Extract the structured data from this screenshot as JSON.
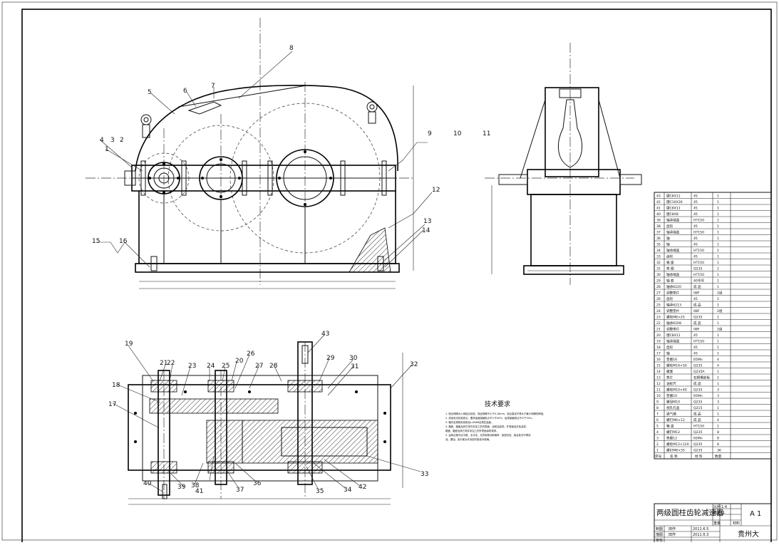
{
  "balloons": {
    "b1": "1",
    "b2": "2",
    "b3": "3",
    "b4": "4",
    "b5": "5",
    "b6": "6",
    "b7": "7",
    "b8": "8",
    "b9": "9",
    "b10": "10",
    "b11": "11",
    "b12": "12",
    "b13": "13",
    "b14": "14",
    "b15": "15",
    "b16": "16",
    "b17": "17",
    "b18": "18",
    "b19": "19",
    "b20": "20",
    "b21": "21",
    "b22": "22",
    "b23": "23",
    "b24": "24",
    "b25": "25",
    "b26": "26",
    "b27": "27",
    "b28": "28",
    "b29": "29",
    "b30": "30",
    "b31": "31",
    "b32": "32",
    "b33": "33",
    "b34": "34",
    "b35": "35",
    "b36": "36",
    "b37": "37",
    "b38": "38",
    "b39": "39",
    "b40": "40",
    "b41": "41",
    "b42": "42",
    "b43": "43"
  },
  "tech": {
    "title": "技术要求",
    "lines": [
      "1. 啮合侧隙大小用铅丝检验，保证侧隙不小于0.16mm，铅丝直径不得大于最小侧隙的两倍。",
      "2. 用涂色法检验斑点，要求齿面接触斑点不少于40%，齿宽接触斑点不少于50%。",
      "3. 箱内全损耗系统用油L-AN68至规定高度。",
      "4. 箱座、箱盖及其它零件未加工的内表面，涂耐油油漆；外表面涂灰色油漆，",
      "   箱盖、箱座及其它零件未加工的外表面涂防锈漆。",
      "5. 运转过程中应平稳、无冲击、无异常振动和噪声，各密封处、接合处均不得渗",
      "   油、漏油，剖分面允许涂密封胶或水玻璃。"
    ]
  },
  "bom": {
    "rows": [
      [
        "43",
        "键C8X11",
        "45",
        "1"
      ],
      [
        "42",
        "键C16X36",
        "45",
        "1"
      ],
      [
        "41",
        "键C8X11",
        "45",
        "1"
      ],
      [
        "40",
        "键C8X8",
        "45",
        "1"
      ],
      [
        "39",
        "轴承端盖",
        "HT150",
        "1"
      ],
      [
        "38",
        "齿轮",
        "45",
        "1"
      ],
      [
        "37",
        "轴承端盖",
        "HT150",
        "1"
      ],
      [
        "36",
        "轴",
        "45",
        "1"
      ],
      [
        "35",
        "轴",
        "45",
        "1"
      ],
      [
        "34",
        "轴承端盖",
        "HT150",
        "1"
      ],
      [
        "33",
        "齿轮",
        "45",
        "1"
      ],
      [
        "32",
        "箱 座",
        "HT150",
        "1"
      ],
      [
        "31",
        "垫 圈",
        "Q235",
        "1"
      ],
      [
        "30",
        "轴承端盖",
        "HT150",
        "1"
      ],
      [
        "29",
        "轴 套",
        "40号号",
        "1"
      ],
      [
        "28",
        "轴承6220",
        "成 品",
        "1"
      ],
      [
        "27",
        "调整垫片",
        "08F",
        "2组"
      ],
      [
        "26",
        "齿轮",
        "45",
        "1"
      ],
      [
        "25",
        "轴承6213",
        "成 品",
        "1"
      ],
      [
        "24",
        "调整垫片",
        "08F",
        "2组"
      ],
      [
        "23",
        "螺栓M8×25",
        "Q235",
        "1"
      ],
      [
        "22",
        "轴承6208",
        "成 品",
        "1"
      ],
      [
        "21",
        "调整垫片",
        "08F",
        "2组"
      ],
      [
        "20",
        "键C8X11",
        "45",
        "1"
      ],
      [
        "19",
        "轴承端盖",
        "HT150",
        "1"
      ],
      [
        "18",
        "齿轮",
        "45",
        "1"
      ],
      [
        "17",
        "轴",
        "45",
        "1"
      ],
      [
        "16",
        "垫圈16",
        "65Mn",
        "4"
      ],
      [
        "15",
        "螺栓M16×50",
        "Q235",
        "4"
      ],
      [
        "14",
        "螺塞",
        "Q235A",
        "1"
      ],
      [
        "13",
        "垫片",
        "石棉橡胶板",
        "1"
      ],
      [
        "12",
        "油标尺",
        "成 品",
        "1"
      ],
      [
        "11",
        "螺栓M10×40",
        "Q235",
        "3"
      ],
      [
        "10",
        "垫圈10",
        "65Mn",
        "3"
      ],
      [
        "9",
        "螺母M10",
        "Q235",
        "3"
      ],
      [
        "8",
        "视孔孔盖",
        "Q215",
        "1"
      ],
      [
        "7",
        "通气器",
        "成 品",
        "1"
      ],
      [
        "6",
        "螺钉M6×12",
        "成 品",
        "4"
      ],
      [
        "5",
        "箱 盖",
        "HT150",
        "1"
      ],
      [
        "4",
        "螺钉M12",
        "Q235",
        "8"
      ],
      [
        "3",
        "垫圈12",
        "65Mn",
        "8"
      ],
      [
        "2",
        "螺栓M12×120",
        "Q235",
        "8"
      ],
      [
        "1",
        "螺钉M8×35",
        "Q235",
        "36"
      ]
    ],
    "header": [
      "序号",
      "名 称",
      "材 料",
      "数量"
    ]
  },
  "titleblock": {
    "name": "两级圆柱齿轮减速器",
    "scale_label": "比例",
    "scale": "1:4",
    "qty_label": "数量",
    "qty": "1",
    "drawing_no": "A 1",
    "weight_label": "重量",
    "material_label": "材料",
    "drawn_label": "制图",
    "drawn_by": "田作",
    "drawn_date": "2011.6.5",
    "design_label": "描图",
    "design_by": "田作",
    "design_date": "2011.6.3",
    "review_label": "审核",
    "school": "贵州大"
  },
  "colors": {
    "ink": "#111111",
    "paper": "#ffffff"
  }
}
